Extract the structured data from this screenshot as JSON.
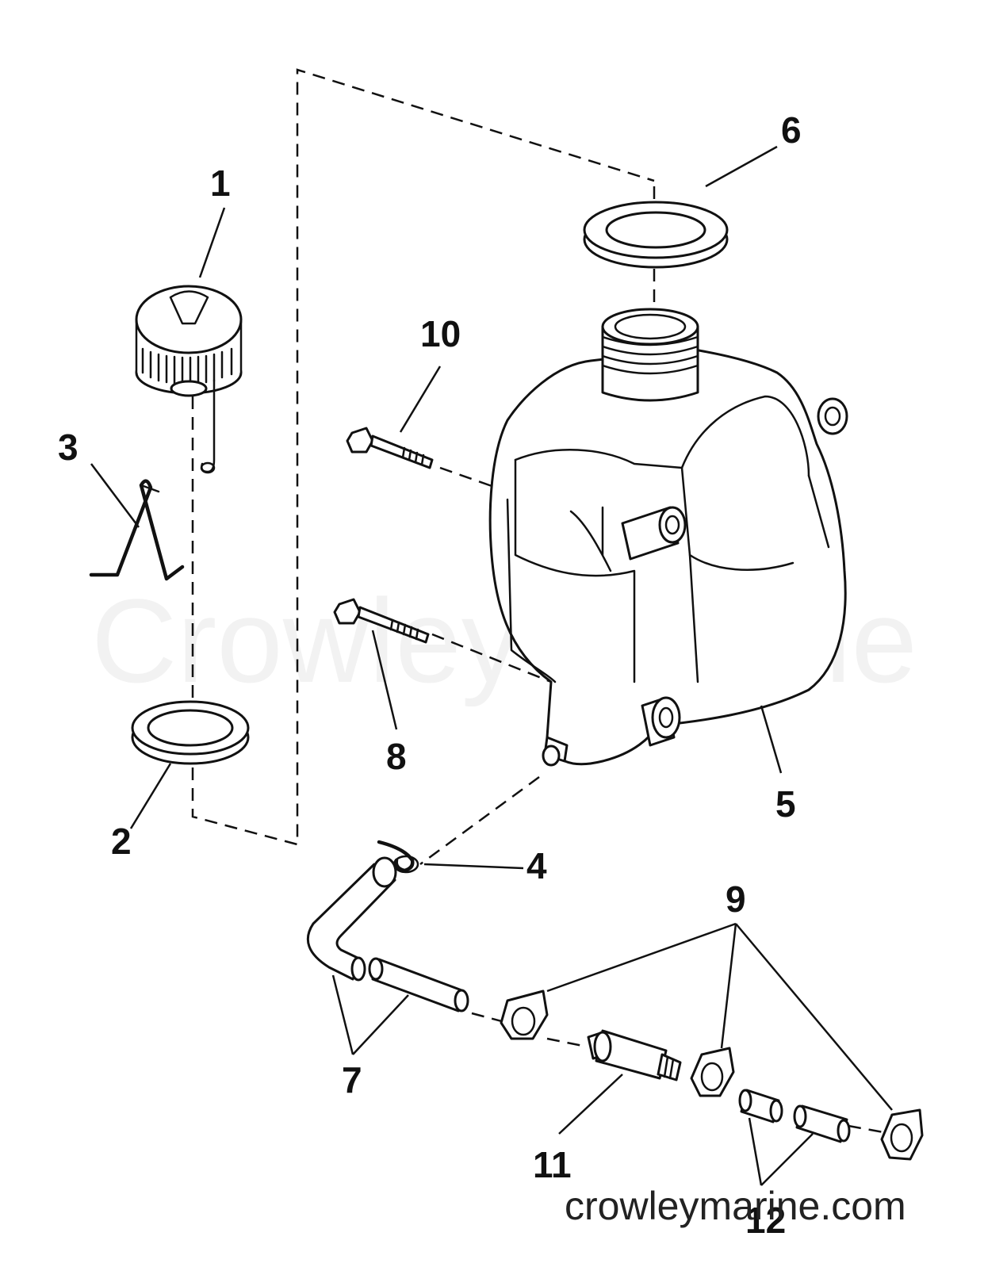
{
  "diagram": {
    "watermark": "Crowley Marine",
    "website": "crowleymarine.com",
    "callouts": {
      "c1": "1",
      "c2": "2",
      "c3": "3",
      "c4": "4",
      "c5": "5",
      "c6": "6",
      "c7": "7",
      "c8": "8",
      "c9": "9",
      "c10": "10",
      "c11": "11",
      "c12": "12"
    }
  }
}
